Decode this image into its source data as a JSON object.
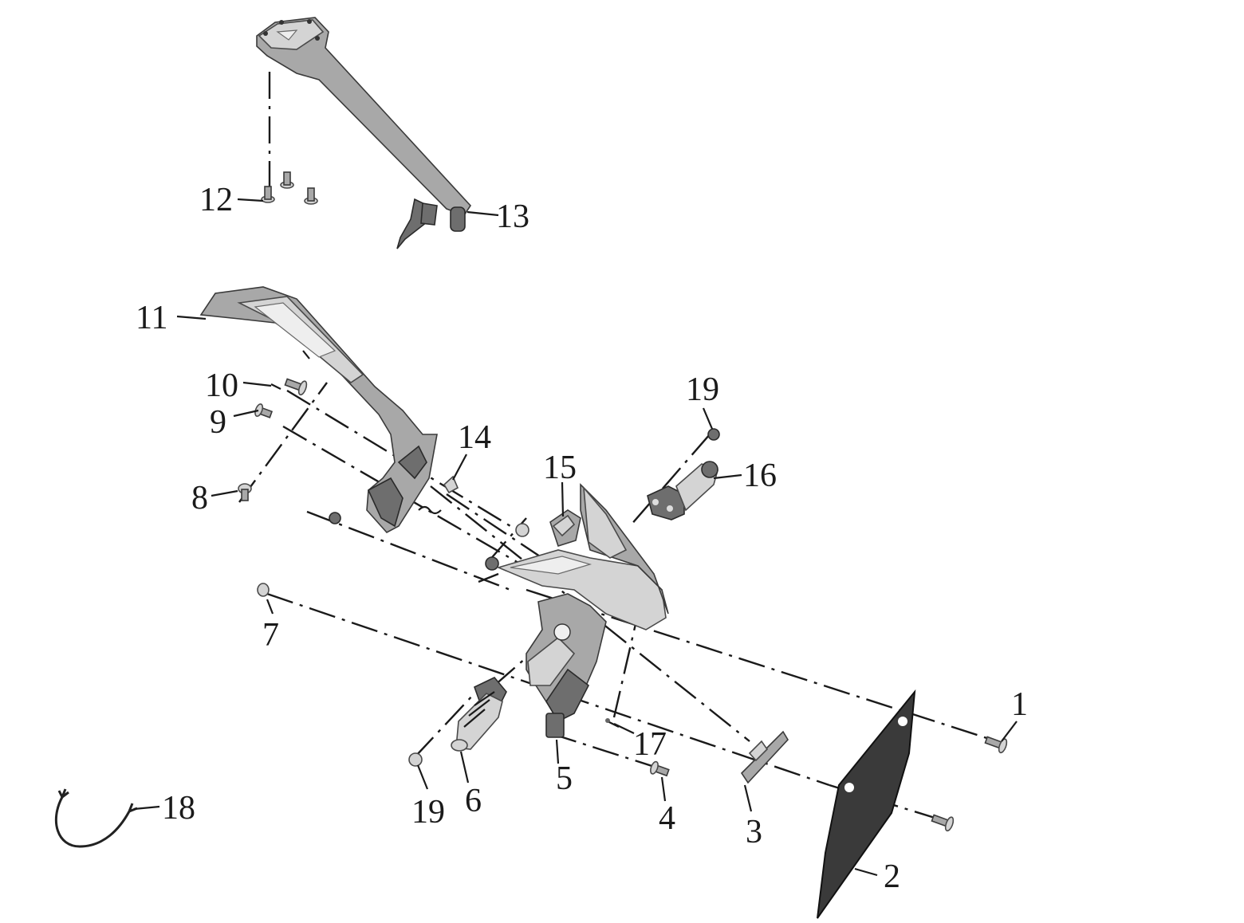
{
  "callouts": {
    "c1": "1",
    "c2": "2",
    "c3": "3",
    "c4": "4",
    "c5": "5",
    "c6": "6",
    "c7": "7",
    "c8": "8",
    "c9": "9",
    "c10": "10",
    "c11": "11",
    "c12": "12",
    "c13": "13",
    "c14": "14",
    "c15": "15",
    "c16": "16",
    "c17": "17",
    "c18": "18",
    "c19a": "19",
    "c19b": "19"
  }
}
